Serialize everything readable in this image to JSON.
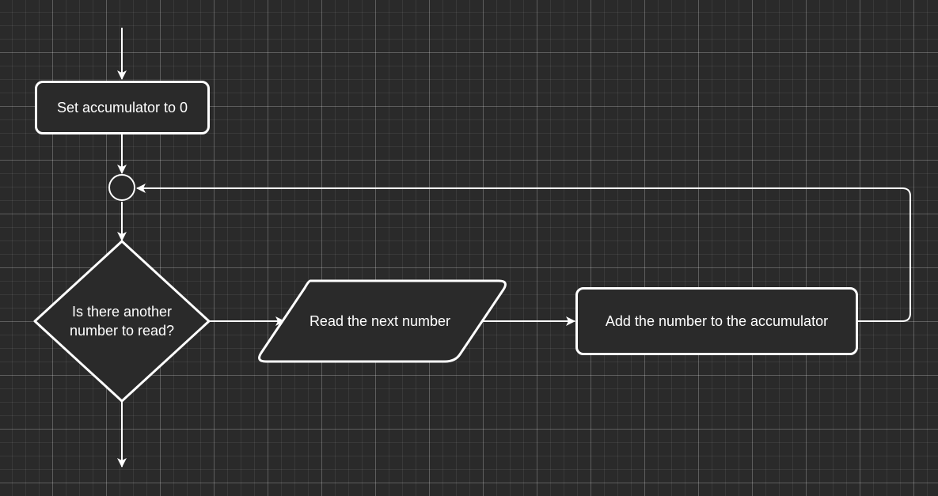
{
  "diagram": {
    "type": "flowchart",
    "colors": {
      "background": "#2a2a2a",
      "stroke": "#ffffff",
      "text": "#ffffff",
      "grid": "#ffffff"
    },
    "nodes": {
      "start": {
        "label": "Set accumulator to 0",
        "shape": "rounded-rectangle"
      },
      "junction": {
        "label": "",
        "shape": "circle"
      },
      "decision": {
        "label": "Is there another number to read?",
        "shape": "diamond"
      },
      "input": {
        "label": "Read the next number",
        "shape": "parallelogram"
      },
      "process": {
        "label": "Add the number to the accumulator",
        "shape": "rounded-rectangle"
      }
    },
    "edges": [
      {
        "from": "entry",
        "to": "start"
      },
      {
        "from": "start",
        "to": "junction"
      },
      {
        "from": "junction",
        "to": "decision"
      },
      {
        "from": "decision",
        "to": "input"
      },
      {
        "from": "input",
        "to": "process"
      },
      {
        "from": "process",
        "to": "junction"
      },
      {
        "from": "decision",
        "to": "exit"
      }
    ]
  }
}
